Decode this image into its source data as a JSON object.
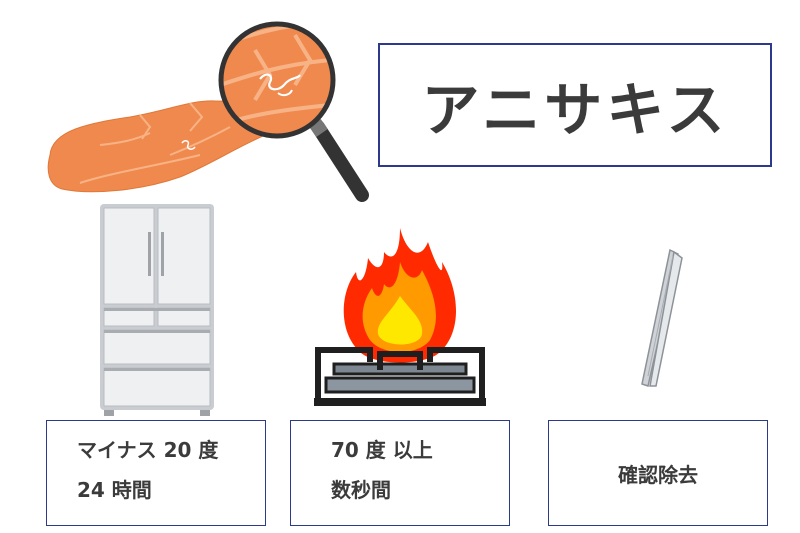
{
  "title": "アニサキス",
  "methods": [
    {
      "lines": [
        "マイナス 20 度",
        "24 時間"
      ],
      "icon": "refrigerator-icon"
    },
    {
      "lines": [
        "70 度 以上",
        "数秒間"
      ],
      "icon": "gas-stove-flame-icon"
    },
    {
      "lines": [
        "確認除去"
      ],
      "icon": "tweezers-icon"
    }
  ],
  "illustration": {
    "icon": "salmon-fillet-magnifier-icon"
  },
  "colors": {
    "border": "#2d3a8c",
    "text": "#3b3b3b",
    "salmon": "#f0894e",
    "flame_outer": "#ff2a00",
    "flame_mid": "#ff9a00",
    "flame_inner": "#ffe800"
  }
}
